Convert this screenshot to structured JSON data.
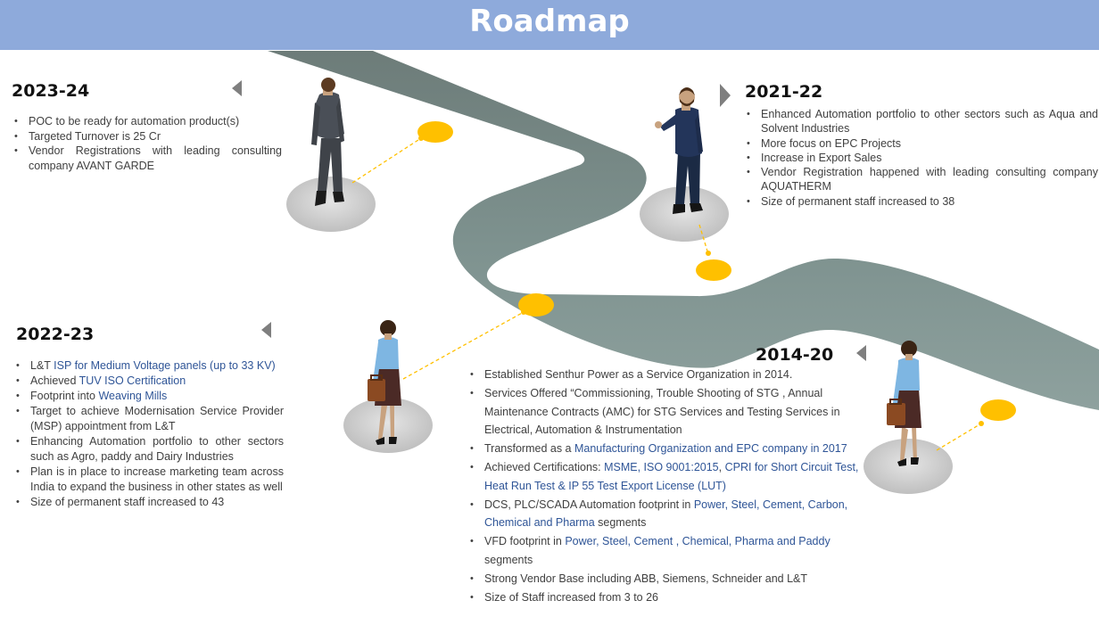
{
  "header": {
    "title": "Roadmap"
  },
  "colors": {
    "header": "#8eaadb",
    "road": "#7f9390",
    "road_top": "#6f7e7a",
    "marker": "#ffc000",
    "platform": "#c9c9c9",
    "highlight": "#2f5597"
  },
  "sections": [
    {
      "id": "s2023",
      "year": "2023-24",
      "points": [
        {
          "parts": [
            {
              "t": "POC to be ready for automation product(s)"
            }
          ]
        },
        {
          "parts": [
            {
              "t": "Targeted Turnover is  25 Cr"
            }
          ]
        },
        {
          "parts": [
            {
              "t": "Vendor Registrations with leading consulting company AVANT GARDE"
            }
          ]
        }
      ]
    },
    {
      "id": "s2021",
      "year": "2021-22",
      "points": [
        {
          "parts": [
            {
              "t": "Enhanced Automation portfolio to other sectors such as Aqua and Solvent Industries"
            }
          ]
        },
        {
          "parts": [
            {
              "t": "More focus on EPC Projects"
            }
          ]
        },
        {
          "parts": [
            {
              "t": "Increase in Export Sales"
            }
          ]
        },
        {
          "parts": [
            {
              "t": "Vendor Registration happened with leading consulting company AQUATHERM"
            }
          ]
        },
        {
          "parts": [
            {
              "t": "Size of permanent staff  increased to 38"
            }
          ]
        }
      ]
    },
    {
      "id": "s2022",
      "year": "2022-23",
      "points": [
        {
          "parts": [
            {
              "t": "L&T "
            },
            {
              "t": "ISP for Medium Voltage panels (up to 33 KV)",
              "h": true
            }
          ]
        },
        {
          "parts": [
            {
              "t": "Achieved "
            },
            {
              "t": "TUV ISO Certification",
              "h": true
            }
          ]
        },
        {
          "parts": [
            {
              "t": "Footprint into "
            },
            {
              "t": "Weaving Mills",
              "h": true
            }
          ]
        },
        {
          "parts": [
            {
              "t": "Target to achieve Modernisation Service Provider (MSP) appointment from L&T"
            }
          ]
        },
        {
          "parts": [
            {
              "t": "Enhancing Automation portfolio to other sectors such as Agro, paddy and Dairy Industries"
            }
          ]
        },
        {
          "parts": [
            {
              "t": "Plan is in place to increase marketing team across India to expand the business in other states as well"
            }
          ]
        },
        {
          "parts": [
            {
              "t": "Size of permanent staff increased to 43"
            }
          ]
        }
      ]
    },
    {
      "id": "s2014",
      "year": "2014-20",
      "points": [
        {
          "parts": [
            {
              "t": "Established Senthur Power as a Service Organization in 2014."
            }
          ]
        },
        {
          "parts": [
            {
              "t": "Services Offered “Commissioning, Trouble Shooting of STG , Annual Maintenance Contracts (AMC) for STG Services and Testing Services in Electrical, Automation & Instrumentation"
            }
          ]
        },
        {
          "parts": [
            {
              "t": "Transformed as a "
            },
            {
              "t": "Manufacturing Organization and EPC company in 2017",
              "h": true
            }
          ]
        },
        {
          "parts": [
            {
              "t": "Achieved Certifications: "
            },
            {
              "t": "MSME,  ISO 9001:2015",
              "h": true
            },
            {
              "t": ", "
            },
            {
              "t": "CPRI for Short Circuit Test, Heat Run Test & IP 55 Test  Export License (LUT)",
              "h": true
            }
          ]
        },
        {
          "parts": [
            {
              "t": "DCS, PLC/SCADA Automation footprint in "
            },
            {
              "t": "Power, Steel, Cement, Carbon, Chemical and Pharma",
              "h": true
            },
            {
              "t": " segments"
            }
          ]
        },
        {
          "parts": [
            {
              "t": "VFD footprint in "
            },
            {
              "t": "Power, Steel, Cement , Chemical, Pharma and Paddy",
              "h": true
            },
            {
              "t": " segments"
            }
          ]
        },
        {
          "parts": [
            {
              "t": "Strong Vendor Base including ABB, Siemens, Schneider and L&T"
            }
          ]
        },
        {
          "parts": [
            {
              "t": " Size of  Staff increased from 3 to 26"
            }
          ]
        }
      ]
    }
  ]
}
